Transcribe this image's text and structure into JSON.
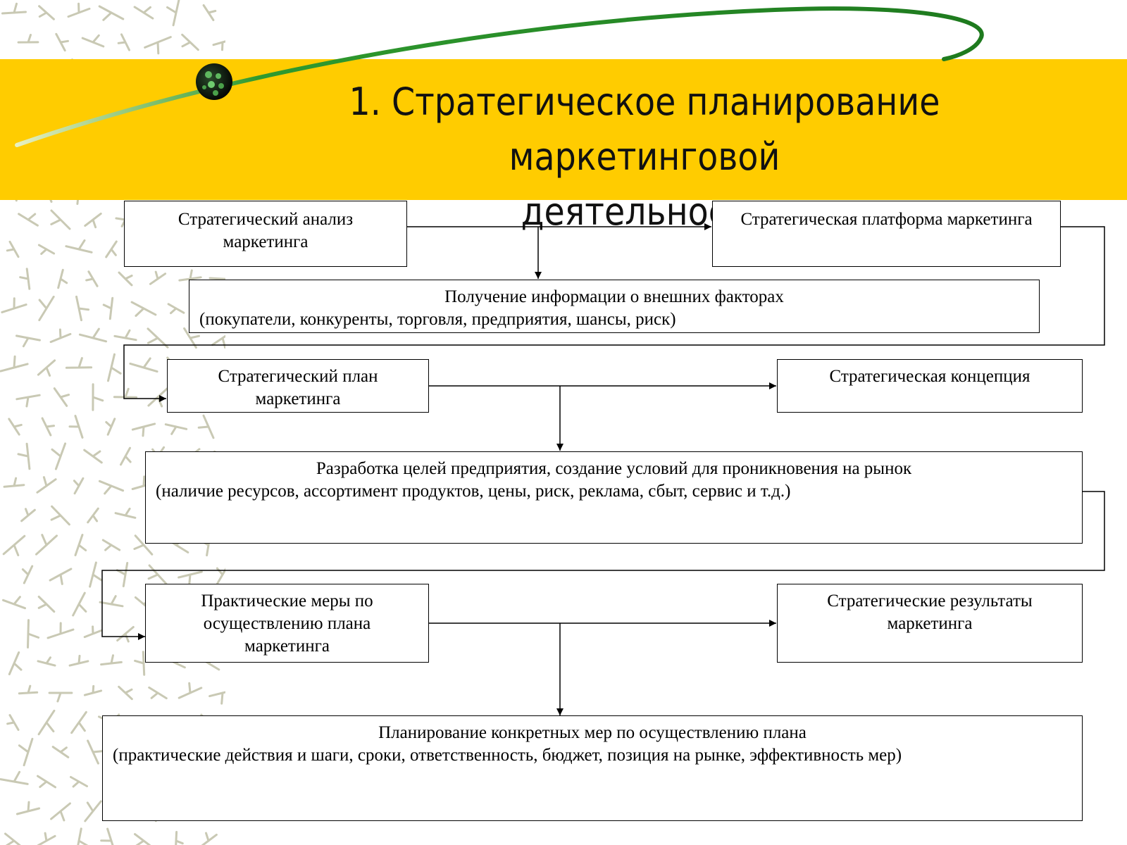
{
  "slide": {
    "title_line1": "1. Стратегическое планирование маркетинговой",
    "title_line2": "деятельности"
  },
  "colors": {
    "title_band": "#ffcc00",
    "swoosh": "#1e7a1e",
    "pattern": "#c9c9b4"
  },
  "diagram": {
    "analysis": "Стратегический анализ маркетинга",
    "platform": "Стратегическая платформа маркетинга",
    "info_title": "Получение информации о внешних факторах",
    "info_detail": "(покупатели, конкуренты, торговля, предприятия, шансы, риск)",
    "plan": "Стратегический план маркетинга",
    "concept": "Стратегическая концепция",
    "goals_title": "Разработка целей предприятия, создание условий для проникновения на рынок",
    "goals_detail": "(наличие ресурсов, ассортимент продуктов, цены, риск, реклама, сбыт, сервис и т.д.)",
    "measures": "Практические меры по осуществлению плана маркетинга",
    "results": "Стратегические результаты маркетинга",
    "planning_title": "Планирование конкретных мер по осуществлению плана",
    "planning_detail": "(практические действия и шаги, сроки, ответственность, бюджет, позиция на рынке, эффективность мер)"
  }
}
